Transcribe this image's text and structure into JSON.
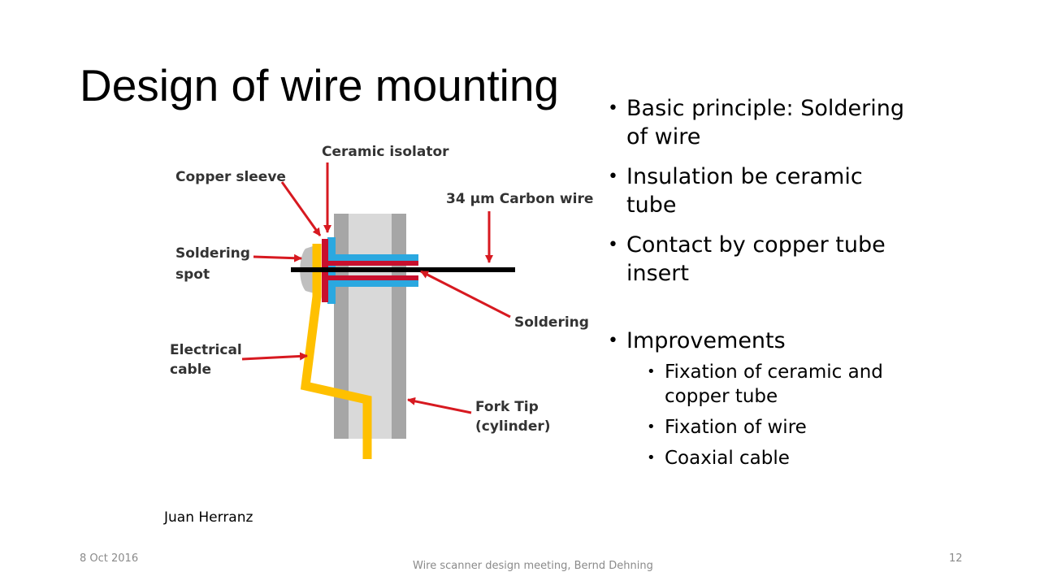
{
  "slide": {
    "title": "Design of wire mounting",
    "bullets": [
      {
        "level": 1,
        "text": "Basic principle: Soldering of wire"
      },
      {
        "level": 1,
        "text": "Insulation be ceramic tube"
      },
      {
        "level": 1,
        "text": "Contact by copper tube insert"
      },
      {
        "level": 1,
        "text": "Improvements"
      },
      {
        "level": 2,
        "text": "Fixation of ceramic and copper tube"
      },
      {
        "level": 2,
        "text": "Fixation of wire"
      },
      {
        "level": 2,
        "text": "Coaxial cable"
      }
    ],
    "author": "Juan Herranz"
  },
  "diagram": {
    "labels": {
      "ceramic_isolator": "Ceramic isolator",
      "copper_sleeve": "Copper sleeve",
      "carbon_wire": "34 µm Carbon wire",
      "soldering_spot_1": "Soldering",
      "soldering_spot_2": "spot",
      "soldering": "Soldering",
      "electrical_cable_1": "Electrical",
      "electrical_cable_2": "cable",
      "fork_tip_1": "Fork Tip",
      "fork_tip_2": "(cylinder)"
    },
    "colors": {
      "arrow": "#d71920",
      "copper": "#c8102e",
      "ceramic": "#2ba8e0",
      "cable": "#ffc000",
      "fork_light": "#d9d9d9",
      "fork_dark": "#a6a6a6",
      "wire": "#000000",
      "solder": "#bfbfbf"
    }
  },
  "footer": {
    "date": "8 Oct 2016",
    "center": "Wire scanner design meeting, Bernd Dehning",
    "page": "12"
  }
}
